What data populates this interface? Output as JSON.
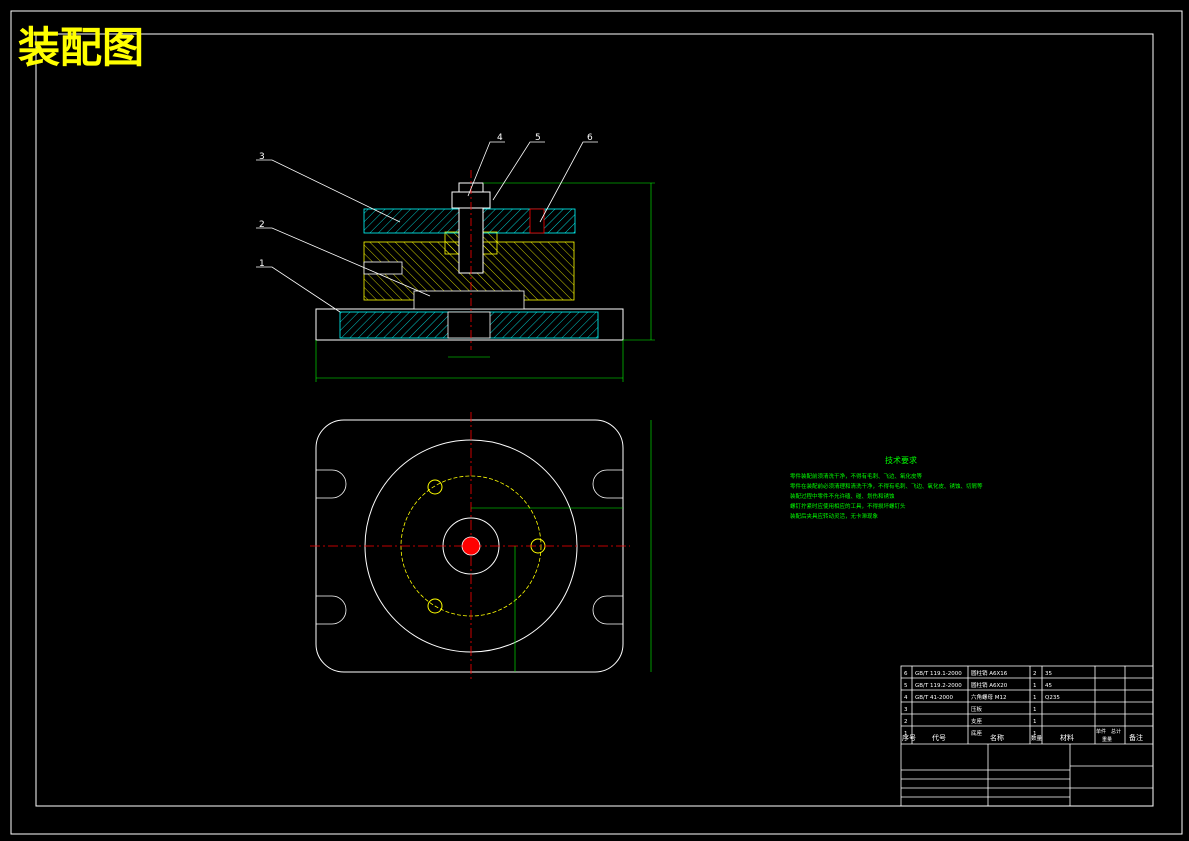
{
  "title": "装配图",
  "colors": {
    "background": "#000000",
    "frame": "#ffffff",
    "title": "#ffff00",
    "section_hatch": "#00ffff",
    "part_yellow": "#ffff00",
    "centerline": "#ff0000",
    "notes": "#00ff00",
    "dimension": "#00ff00"
  },
  "balloons": [
    "1",
    "2",
    "3",
    "4",
    "5",
    "6"
  ],
  "tech_notes": {
    "heading": "技术要求",
    "lines": [
      "零件装配前须清洗干净，不得有毛刺、飞边、氧化皮等",
      "零件在装配前必须清理和清洗干净，不得有毛刺、飞边、氧化皮、锈蚀、切屑等",
      "装配过程中零件不允许磕、碰、划伤和锈蚀",
      "螺钉拧紧时应使用相应的工具，不得损坏螺钉头",
      "装配后夹具应转动灵活，无卡滞现象"
    ]
  },
  "bom": {
    "header": {
      "no": "序号",
      "code": "代号",
      "name": "名称",
      "qty": "数量",
      "material": "材料",
      "unit_weight": "单件",
      "total_weight": "总计",
      "weight": "重量",
      "remark": "备注"
    },
    "rows": [
      {
        "no": "6",
        "code": "GB/T 119.1-2000",
        "name": "圆柱销 A6X16",
        "qty": "2",
        "material": "35"
      },
      {
        "no": "5",
        "code": "GB/T 119.2-2000",
        "name": "圆柱销 A6X20",
        "qty": "1",
        "material": "45"
      },
      {
        "no": "4",
        "code": "GB/T 41-2000",
        "name": "六角螺母 M12",
        "qty": "1",
        "material": "Q235"
      },
      {
        "no": "3",
        "code": "",
        "name": "压板",
        "qty": "1",
        "material": ""
      },
      {
        "no": "2",
        "code": "",
        "name": "支座",
        "qty": "1",
        "material": ""
      },
      {
        "no": "1",
        "code": "",
        "name": "底座",
        "qty": "1",
        "material": ""
      }
    ]
  }
}
